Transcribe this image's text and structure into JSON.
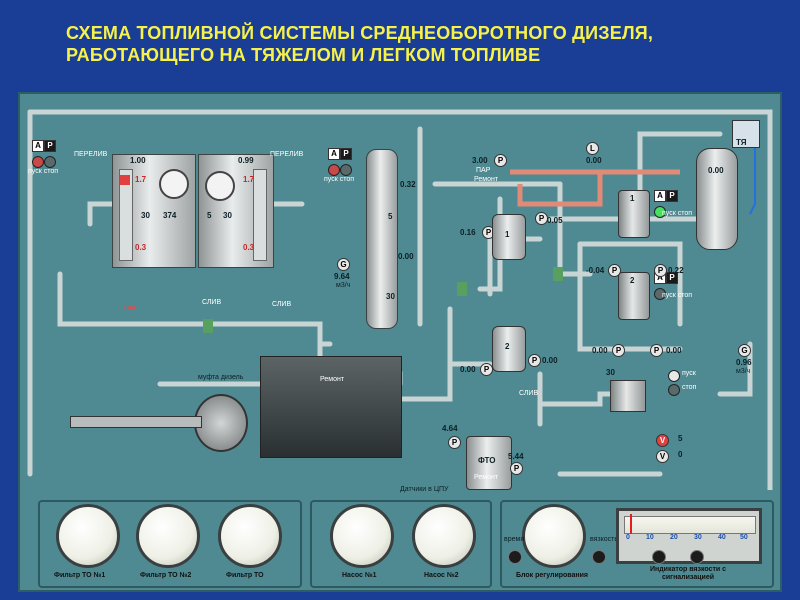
{
  "title": {
    "line1": "СХЕМА ТОПЛИВНОЙ СИСТЕМЫ СРЕДНЕОБОРОТНОГО ДИЗЕЛЯ,",
    "line2": "РАБОТАЮЩЕГО НА ТЯЖЕЛОМ И ЛЕГКОМ ТОПЛИВЕ"
  },
  "labels": {
    "pererliv_left": "ПЕРЕЛИВ",
    "pererliv_right": "ПЕРЕЛИВ",
    "pusk_stop": "пуск стоп",
    "par": "ПАР",
    "sliv": "СЛИВ",
    "remont": "Ремонт",
    "par_arrow": "ПАР",
    "muфта": "муфта дизель",
    "datchiki": "Датчики в ЦПУ",
    "fto": "ФТО",
    "ty": "ТЯ",
    "pusk": "пуск",
    "stop": "стоп",
    "vremya": "время",
    "vyazkost": "вязкость"
  },
  "tanks": {
    "left": {
      "level": "1.00",
      "red1": "1.7",
      "red2": "0.3",
      "temp": "30",
      "volume": "374"
    },
    "right": {
      "level": "0.99",
      "red1": "1.7",
      "red2": "0.3",
      "temp": "5",
      "volume": "30"
    }
  },
  "values": {
    "separator_top": "0.00",
    "sep_column": "0.32",
    "col_5": "5",
    "col_0": "0.00",
    "col_30": "30",
    "flow1": "9.64",
    "flow_unit1": "м3/ч",
    "p_300": "3.00",
    "p_005": "0.05",
    "p_016": "0.16",
    "p_000a": "0.00",
    "p_000b": "0.00",
    "p_004": "-0.04",
    "p_022": "0.22",
    "p_000c": "0.00",
    "p_000d": "0.00",
    "heater": "0.00",
    "flow2": "0.96",
    "flow_unit2": "м3/ч",
    "temp30": "30",
    "p_464": "4.64",
    "p_544": "5.44",
    "v1": "5",
    "v2": "0",
    "pump1": "1",
    "pump2": "2",
    "filter1": "1",
    "filter2": "2"
  },
  "gauges": [
    {
      "label": "Фильтр ТО №1"
    },
    {
      "label": "Фильтр ТО №2"
    },
    {
      "label": "Фильтр ТО"
    },
    {
      "label": "Насос №1"
    },
    {
      "label": "Насос №2"
    },
    {
      "label": "Блок регулирования"
    },
    {
      "label": "Индикатор вязкости с сигнализацией"
    }
  ],
  "scale": {
    "numbers": [
      "0",
      "10",
      "20",
      "30",
      "40",
      "50"
    ]
  },
  "colors": {
    "title": "#f7f24a",
    "panel": "#4f8a92",
    "background": "#1a3e96"
  }
}
